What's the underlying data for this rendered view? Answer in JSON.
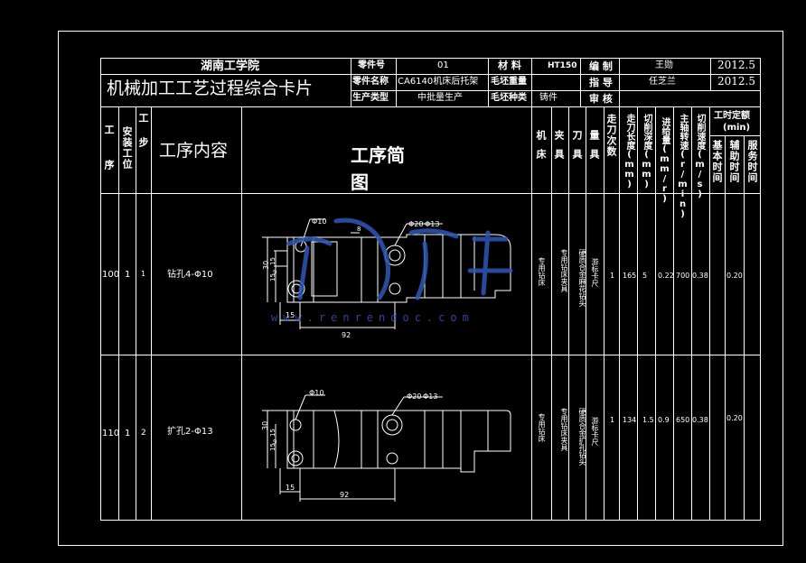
{
  "header": {
    "school": "湖南工学院",
    "card_title": "机械加工工艺过程综合卡片",
    "part_no_label": "零件号",
    "part_no": "01",
    "material_label": "材 料",
    "material": "HT150",
    "compile_label": "编 制",
    "compile_person": "王勋",
    "compile_date": "2012.5",
    "part_name_label": "零件名称",
    "part_name": "CA6140机床后托架",
    "blank_weight_label": "毛坯重量",
    "guide_label": "指 导",
    "guide_person": "任芝兰",
    "guide_date": "2012.5",
    "production_type_label": "生产类型",
    "production_type": "中批量生产",
    "blank_type_label": "毛坯种类",
    "blank_type": "铸件",
    "review_label": "审 核"
  },
  "columns": {
    "process": "工序",
    "install": "安装工位",
    "step": "工步",
    "content": "工序内容",
    "sketch_line1": "工序简",
    "sketch_line2": "图",
    "machine": "机床",
    "fixture": "夹具",
    "tool": "刀具",
    "gauge": "量具",
    "passes": "走刀次数",
    "length": "走刀长度(mm)",
    "depth": "切削深度(mm)",
    "feed": "进给量(mm/r)",
    "spindle": "主轴转速(r/min)",
    "speed": "切削速度(m/s)",
    "time_quota": "工时定额",
    "time_unit": "(min)",
    "base_time": "基本时间",
    "aux_time": "辅助时间",
    "service_time": "服务时间"
  },
  "rows": [
    {
      "process": "100",
      "install": "1",
      "step": "1",
      "content": "钻孔4-Φ10",
      "machine": "专用钻床",
      "fixture": "专用钻床夹具",
      "tool": "硬质合金麻花钻头",
      "gauge": "游标卡尺",
      "passes": "1",
      "length": "165",
      "depth": "5",
      "feed": "0.22",
      "spindle": "700",
      "speed": "0.38",
      "base_time": "0.20",
      "dims": {
        "d10": "Φ10",
        "d20": "Φ20",
        "d13": "Φ13",
        "d30": "30",
        "d15v": "15",
        "d15a": "15",
        "d9": "9",
        "d15h": "15",
        "d92": "92",
        "d8": "8"
      }
    },
    {
      "process": "110",
      "install": "1",
      "step": "2",
      "content": "扩孔2-Φ13",
      "machine": "专用钻床",
      "fixture": "专用钻床夹具",
      "tool": "硬质合金扩孔钻头",
      "gauge": "游标卡尺",
      "passes": "1",
      "length": "134",
      "depth": "1.5",
      "feed": "0.9",
      "spindle": "650",
      "speed": "0.38",
      "base_time": "0.20",
      "dims": {
        "d10": "Φ10",
        "d20": "Φ20",
        "d13": "Φ13",
        "d30": "30",
        "d15v": "15",
        "d15a": "15",
        "d9": "9",
        "d15h": "15",
        "d92": "92"
      }
    }
  ],
  "watermark": {
    "text": "www.renrendoc.com",
    "color": "#2f57b5"
  }
}
